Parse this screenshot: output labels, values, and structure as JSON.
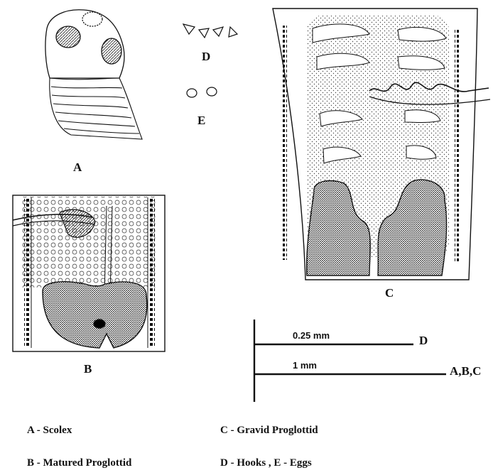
{
  "figure_labels": {
    "a": "A",
    "b": "B",
    "c": "C",
    "d": "D",
    "e": "E"
  },
  "scale_bars": [
    {
      "length_text": "0.25 mm",
      "applies_to": "D"
    },
    {
      "length_text": "1 mm",
      "applies_to": "A,B,C"
    }
  ],
  "legend": [
    {
      "text": "A - Scolex"
    },
    {
      "text": "C - Gravid Proglottid"
    },
    {
      "text": "B - Matured Proglottid"
    },
    {
      "text": "D - Hooks , E - Eggs"
    }
  ],
  "colors": {
    "ink": "#111111",
    "background": "#ffffff"
  }
}
